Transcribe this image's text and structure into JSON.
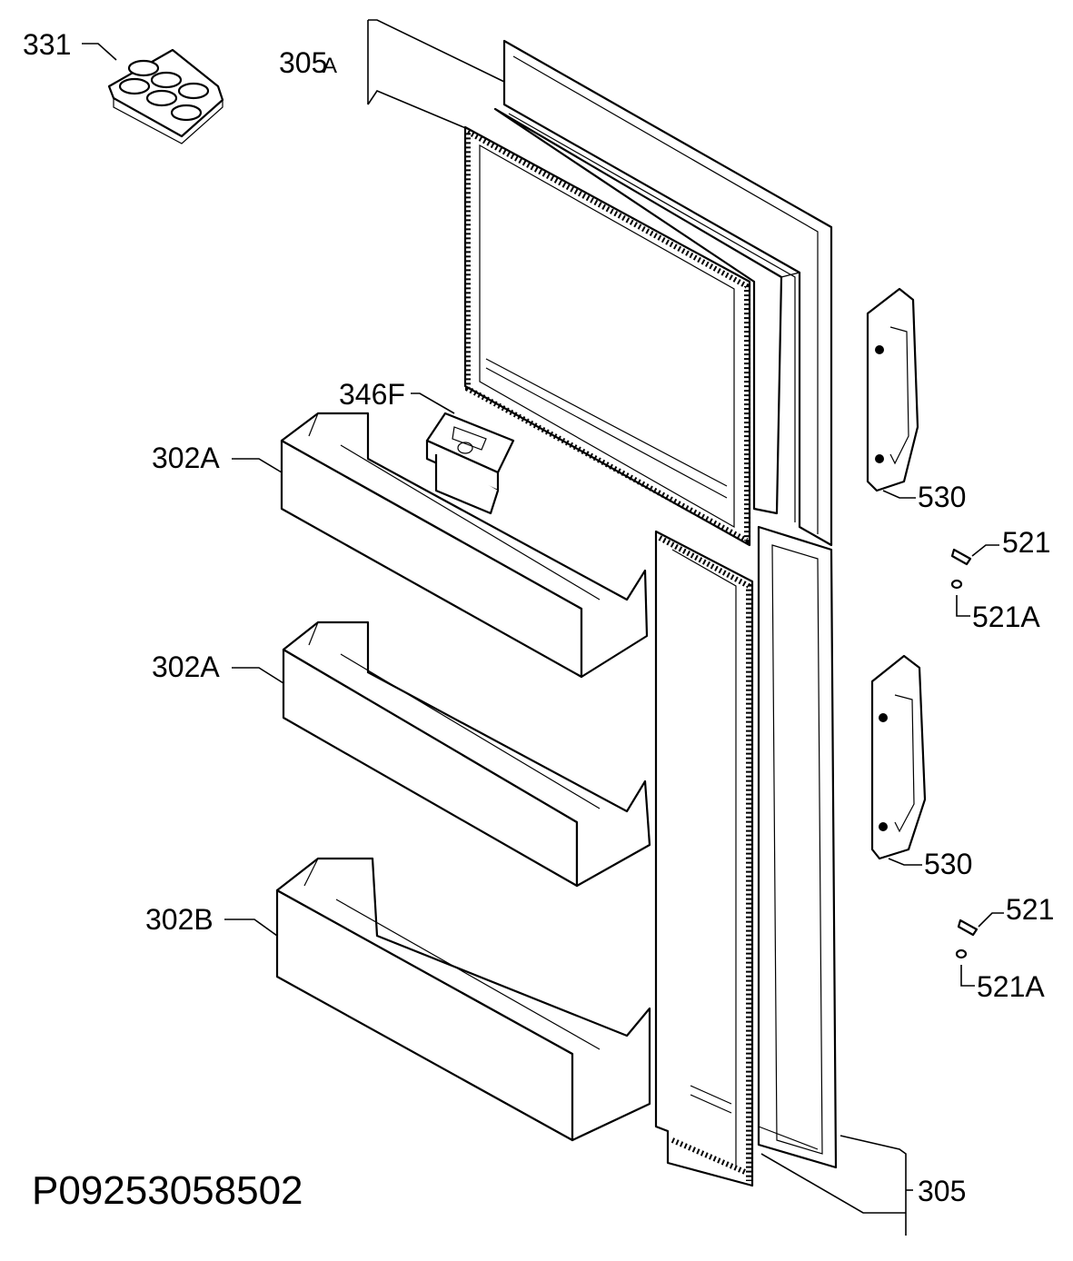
{
  "document_code": "P09253058502",
  "labels": {
    "egg_tray": "331",
    "freezer_door": "305",
    "freezer_door_suffix": "A",
    "door_shelf_upper": "302A",
    "door_shelf_middle": "302A",
    "door_shelf_bottle": "302B",
    "butter_box": "346F",
    "handle_upper": "530",
    "handle_lower": "530",
    "screw_upper": "521",
    "cap_upper": "521A",
    "screw_lower": "521",
    "cap_lower": "521A",
    "fridge_door": "305"
  },
  "colors": {
    "line": "#000000",
    "background": "#ffffff"
  }
}
